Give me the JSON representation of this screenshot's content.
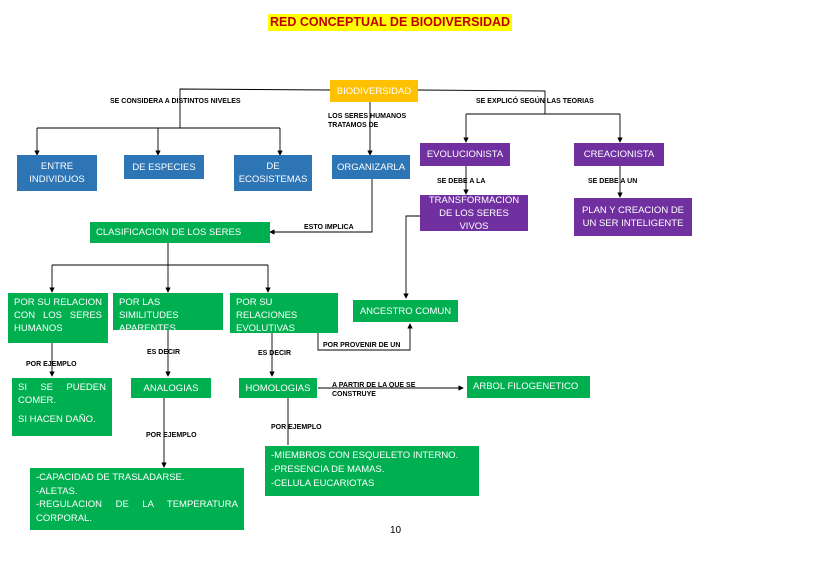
{
  "title": "RED CONCEPTUAL DE BIODIVERSIDAD",
  "page_number": "10",
  "nodes": {
    "biodiversidad": "BIODIVERSIDAD",
    "individuos": "ENTRE INDIVIDUOS",
    "especies": "DE ESPECIES",
    "ecosistemas": "DE ECOSISTEMAS",
    "organizarla": "ORGANIZARLA",
    "evolucionista": "EVOLUCIONISTA",
    "creacionista": "CREACIONISTA",
    "transformacion": "TRANSFORMACION DE LOS SERES VIVOS",
    "plan": "PLAN Y CREACION DE UN SER INTELIGENTE",
    "clasificacion": "CLASIFICACION DE LOS SERES VIVOS",
    "relacion_humanos": "POR SU RELACION CON LOS SERES HUMANOS",
    "similitudes": "POR LAS SIMILITUDES APARENTES",
    "relaciones_evolutivas": "POR SU RELACIONES EVOLUTIVAS",
    "ancestro": "ANCESTRO COMUN",
    "comer_1": "SI SE PUEDEN COMER.",
    "comer_2": "SI HACEN DAÑO.",
    "analogias": "ANALOGIAS",
    "homologias": "HOMOLOGIAS",
    "arbol": "ARBOL FILOGENETICO",
    "ejemplos_analogias": [
      "-CAPACIDAD DE TRASLADARSE.",
      "-ALETAS.",
      "-REGULACION DE LA TEMPERATURA CORPORAL."
    ],
    "ejemplos_homologias": [
      "-MIEMBROS CON ESQUELETO INTERNO.",
      "-PRESENCIA DE MAMAS.",
      "-CELULA EUCARIOTAS"
    ]
  },
  "labels": {
    "niveles": "SE CONSIDERA A DISTINTOS NIVELES",
    "teorias": "SE EXPLICÓ SEGÚN LAS TEORIAS",
    "tratamos": "LOS SERES HUMANOS TRATAMOS DE",
    "debe_a_la": "SE DEBE A LA",
    "debe_a_un": "SE DEBE A UN",
    "implica": "ESTO IMPLICA",
    "ejemplo_1": "POR EJEMPLO",
    "es_decir_1": "ES DECIR",
    "es_decir_2": "ES DECIR",
    "provenir": "POR PROVENIR DE UN",
    "partir": "A PARTIR DE LA QUE SE CONSTRUYE",
    "ejemplo_2": "POR EJEMPLO",
    "ejemplo_3": "POR EJEMPLO"
  },
  "colors": {
    "root": "#ffc000",
    "levels": "#2e75b6",
    "theories": "#7030a0",
    "classification": "#00b050",
    "title_highlight": "#ffff00",
    "title_text": "#c00000"
  }
}
